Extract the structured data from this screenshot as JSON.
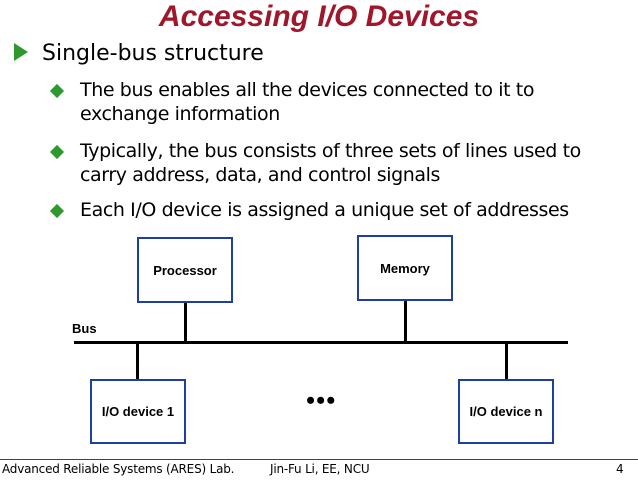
{
  "slide": {
    "title": "Accessing I/O Devices",
    "main_bullet": "Single-bus structure",
    "sub_bullets": [
      {
        "lines": [
          "The bus enables all the devices connected to it to",
          "exchange information"
        ]
      },
      {
        "lines": [
          "Typically, the bus consists of three sets of lines used to",
          "carry address, data, and control signals"
        ]
      },
      {
        "lines": [
          "Each I/O device is assigned a unique set of addresses"
        ]
      }
    ]
  },
  "diagram": {
    "processor_label": "Processor",
    "memory_label": "Memory",
    "bus_label": "Bus",
    "io_first_label": "I/O device 1",
    "io_last_label": "I/O device n",
    "ellipsis": "•••"
  },
  "footer": {
    "left": "Advanced Reliable Systems (ARES) Lab.",
    "center": "Jin-Fu Li, EE, NCU",
    "page_number": "4"
  },
  "colors": {
    "title": "#a0162a",
    "bullet": "#2e9a2e",
    "box_border": "#1f3fa0"
  }
}
